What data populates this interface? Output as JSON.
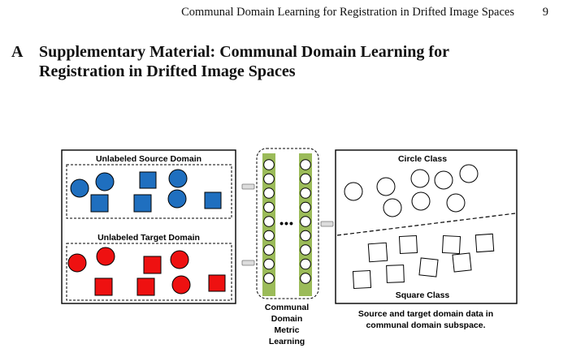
{
  "header": {
    "running_title": "Communal Domain Learning for Registration in Drifted Image Spaces",
    "page_number": "9"
  },
  "section": {
    "letter": "A",
    "title_line1": "Supplementary Material: Communal Domain Learning for",
    "title_line2": "Registration in Drifted Image Spaces"
  },
  "figure": {
    "left_panel": {
      "source_label": "Unlabeled Source Domain",
      "target_label": "Unlabeled Target Domain",
      "source_color": "#1f6fbf",
      "target_color": "#ee1111"
    },
    "network": {
      "label_lines": [
        "Communal",
        "Domain",
        "Metric",
        "Learning"
      ],
      "bar_color": "#9bbb59",
      "ellipsis": "•••"
    },
    "right_panel": {
      "circle_class_label": "Circle Class",
      "square_class_label": "Square Class",
      "caption_line1": "Source and target domain data in",
      "caption_line2": "communal domain subspace."
    }
  }
}
